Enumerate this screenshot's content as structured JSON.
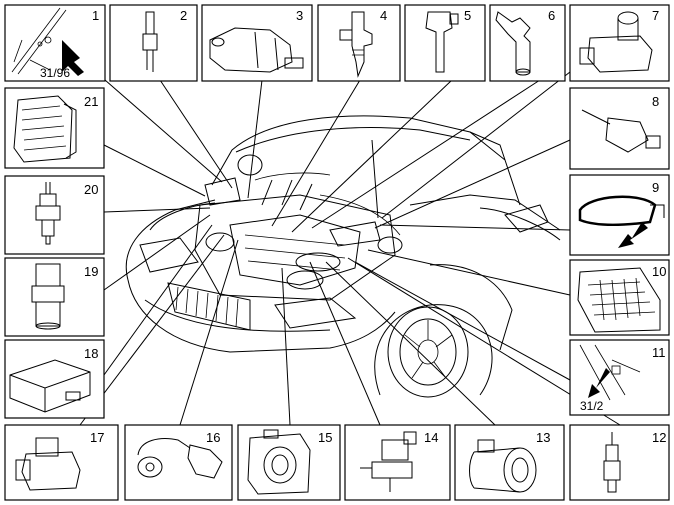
{
  "components": [
    {
      "number": "1",
      "ref": "31/96",
      "icon": "fuse-location-arrow"
    },
    {
      "number": "2",
      "icon": "temperature-sensor"
    },
    {
      "number": "3",
      "icon": "throttle-actuator"
    },
    {
      "number": "4",
      "icon": "fuel-injector"
    },
    {
      "number": "5",
      "icon": "ignition-coil"
    },
    {
      "number": "6",
      "icon": "camshaft-sensor"
    },
    {
      "number": "7",
      "icon": "pressure-valve"
    },
    {
      "number": "8",
      "icon": "cylinder-sensor"
    },
    {
      "number": "9",
      "icon": "side-mirror-arrow"
    },
    {
      "number": "10",
      "icon": "fuse-box"
    },
    {
      "number": "11",
      "ref": "31/2",
      "icon": "relay-location-arrow"
    },
    {
      "number": "12",
      "icon": "oxygen-sensor"
    },
    {
      "number": "13",
      "icon": "mass-air-flow-meter"
    },
    {
      "number": "14",
      "icon": "solenoid-valve"
    },
    {
      "number": "15",
      "icon": "throttle-body"
    },
    {
      "number": "16",
      "icon": "knock-sensor"
    },
    {
      "number": "17",
      "icon": "pressure-sensor"
    },
    {
      "number": "18",
      "icon": "control-module"
    },
    {
      "number": "19",
      "icon": "pressure-switch"
    },
    {
      "number": "20",
      "icon": "coolant-temp-sensor"
    },
    {
      "number": "21",
      "icon": "engine-control-unit"
    }
  ]
}
